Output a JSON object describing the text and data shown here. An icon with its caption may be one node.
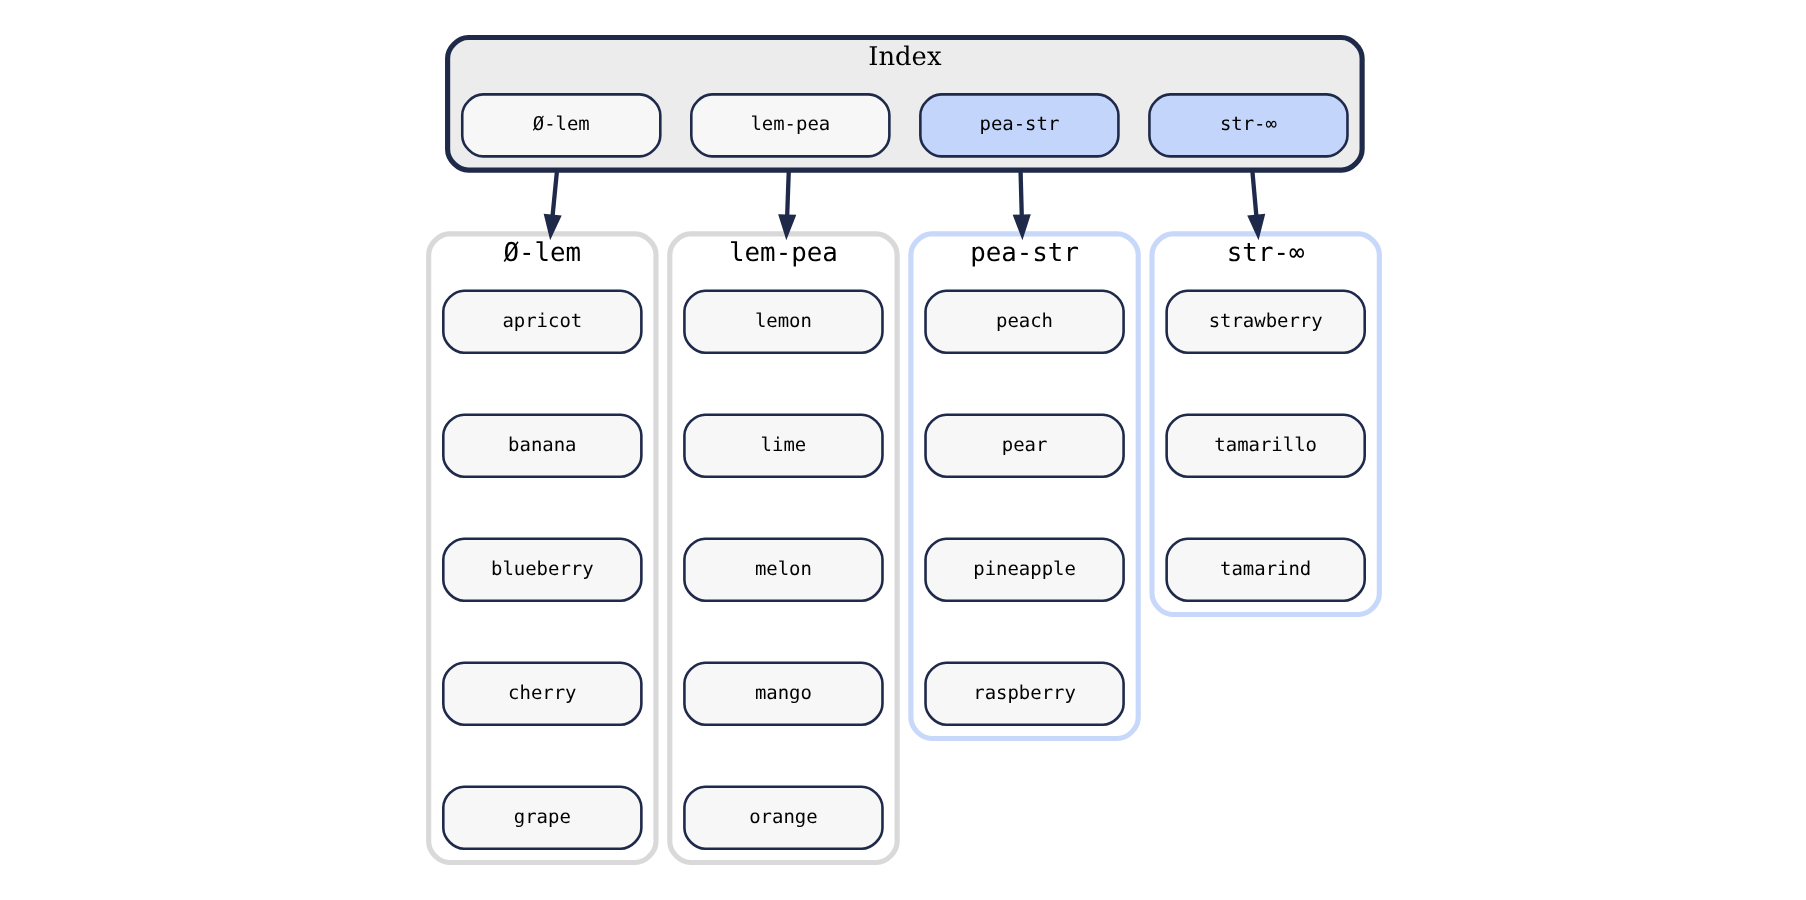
{
  "diagram": {
    "nodes": [
      {
        "text": [
          "Index"
        ]
      },
      {
        "text": [
          "Ø-lem"
        ],
        "in": 0
      },
      {
        "text": [
          "lem-pea"
        ],
        "in": 0
      },
      {
        "text": [
          "pea-str"
        ],
        "in": 0
      },
      {
        "text": [
          "str-∞"
        ],
        "in": 0
      },
      {
        "text": [
          "Ø-lem"
        ]
      },
      {
        "text": [
          "apricot"
        ],
        "in": 5
      },
      {
        "text": [
          "banana"
        ],
        "in": 5
      },
      {
        "text": [
          "blueberry"
        ],
        "in": 5
      },
      {
        "text": [
          "cherry"
        ],
        "in": 5
      },
      {
        "text": [
          "grape"
        ],
        "in": 5
      },
      {
        "text": [
          "lem-pea"
        ]
      },
      {
        "text": [
          "lemon"
        ],
        "in": 11
      },
      {
        "text": [
          "lime"
        ],
        "in": 11
      },
      {
        "text": [
          "melon"
        ],
        "in": 11
      },
      {
        "text": [
          "mango"
        ],
        "in": 11
      },
      {
        "text": [
          "orange"
        ],
        "in": 11
      },
      {
        "text": [
          "pea-str"
        ]
      },
      {
        "text": [
          "peach"
        ],
        "in": 17
      },
      {
        "text": [
          "pear"
        ],
        "in": 17
      },
      {
        "text": [
          "pineapple"
        ],
        "in": 17
      },
      {
        "text": [
          "raspberry"
        ],
        "in": 17
      },
      {
        "text": [
          "str-∞"
        ]
      },
      {
        "text": [
          "strawberry"
        ],
        "in": 22
      },
      {
        "text": [
          "tamarillo"
        ],
        "in": 22
      },
      {
        "text": [
          "tamarind"
        ],
        "in": 22
      }
    ],
    "edges": [
      {
        "from": 0,
        "to": 5,
        "arrow": "to"
      },
      {
        "from": 0,
        "to": 11,
        "arrow": "to"
      },
      {
        "from": 0,
        "to": 17,
        "arrow": "to"
      },
      {
        "from": 0,
        "to": 22,
        "arrow": "to"
      }
    ]
  }
}
